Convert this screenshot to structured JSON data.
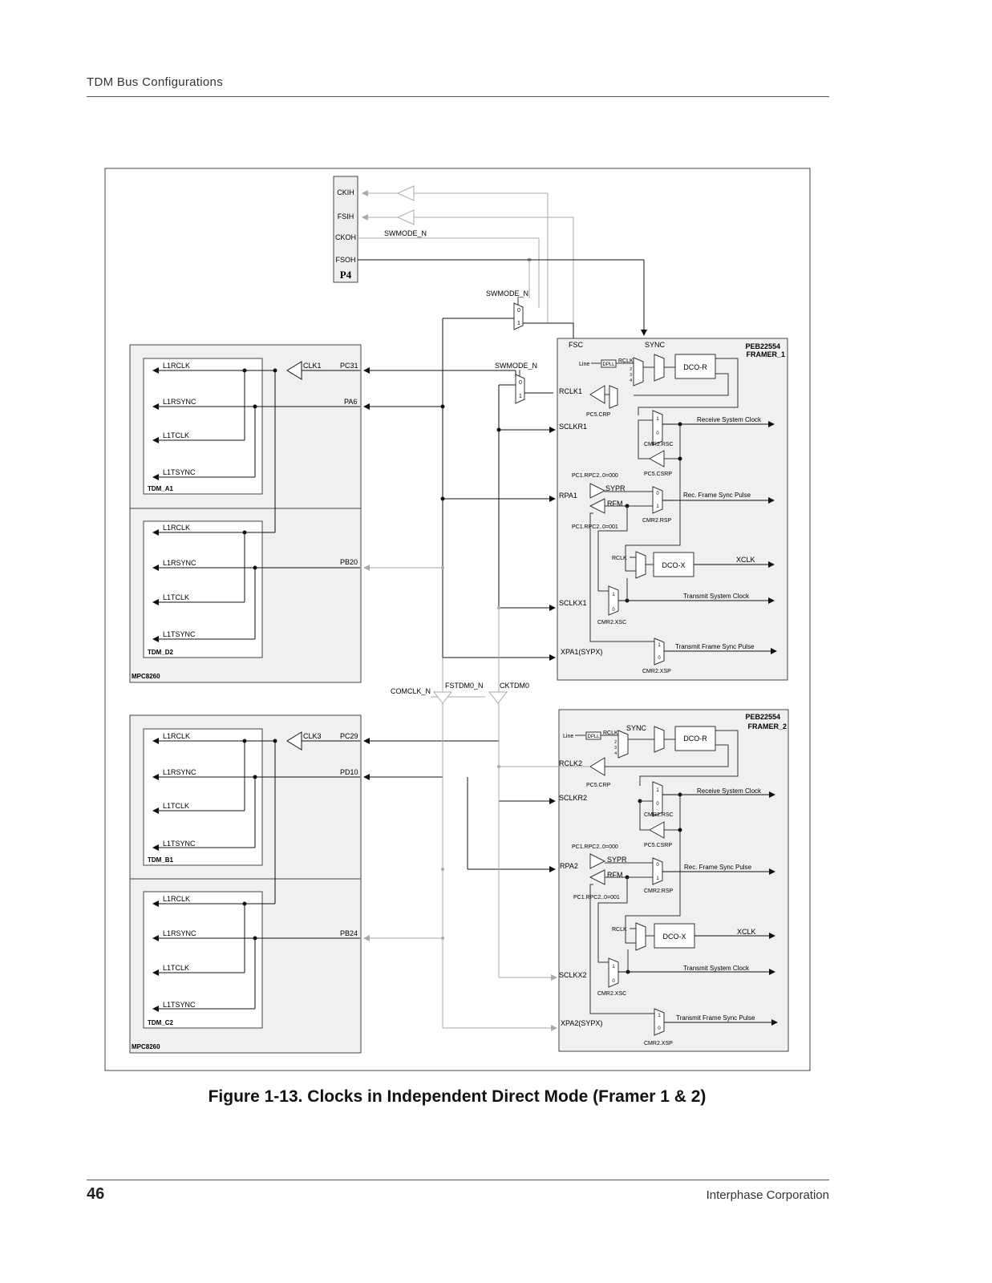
{
  "header": {
    "title": "TDM Bus Configurations"
  },
  "footer": {
    "page_number": "46",
    "company": "Interphase Corporation"
  },
  "figure": {
    "caption": "Figure 1-13.  Clocks in Independent Direct Mode (Framer 1 & 2)",
    "p4": {
      "pins": [
        "CKIH",
        "FSIH",
        "CKOH",
        "FSOH"
      ],
      "name": "P4"
    },
    "swmode_label": "SWMODE_N",
    "framer1": {
      "chip": "PEB22554",
      "name": "FRAMER_1",
      "signals": {
        "fsc": "FSC",
        "sync": "SYNC",
        "rclk": "RCLK",
        "line": "Line",
        "dpll": "DPLL",
        "dco_r": "DCO-R",
        "rclk_pin": "RCLK1",
        "pc5crp": "PC5.CRP",
        "sclkr": "SCLKR1",
        "cmr2rsc": "CMR2.RSC",
        "pc5csrp": "PC5.CSRP",
        "recv_clock": "Receive System Clock",
        "pc1rpc2_000": "PC1.RPC2..0=000",
        "sypr": "SYPR",
        "rfm": "RFM",
        "rpa": "RPA1",
        "pc1rpc2_001": "PC1.RPC2..0=001",
        "cmr2rsp": "CMR2.RSP",
        "rec_sync": "Rec. Frame Sync Pulse",
        "dco_x": "DCO-X",
        "xclk": "XCLK",
        "sclkx": "SCLKX1",
        "cmr2xsc": "CMR2.XSC",
        "tx_clock": "Transmit System Clock",
        "xpa": "XPA1(SYPX)",
        "cmr2xsp": "CMR2.XSP",
        "tx_sync": "Transmit Frame Sync Pulse"
      }
    },
    "framer2": {
      "chip": "PEB22554",
      "name": "FRAMER_2",
      "signals": {
        "sync": "SYNC",
        "rclk": "RCLK",
        "line": "Line",
        "dpll": "DPLL",
        "dco_r": "DCO-R",
        "rclk_pin": "RCLK2",
        "pc5crp": "PC5.CRP",
        "sclkr": "SCLKR2",
        "cmr2rsc": "CMR2.RSC",
        "pc5csrp": "PC5.CSRP",
        "recv_clock": "Receive System Clock",
        "pc1rpc2_000": "PC1.RPC2..0=000",
        "sypr": "SYPR",
        "rfm": "RFM",
        "rpa": "RPA2",
        "pc1rpc2_001": "PC1.RPC2..0=001",
        "cmr2rsp": "CMR2.RSP",
        "rec_sync": "Rec. Frame Sync Pulse",
        "dco_x": "DCO-X",
        "xclk": "XCLK",
        "sclkx": "SCLKX2",
        "cmr2xsc": "CMR2.XSC",
        "tx_clock": "Transmit System Clock",
        "xpa": "XPA2(SYPX)",
        "cmr2xsp": "CMR2.XSP",
        "tx_sync": "Transmit Frame Sync Pulse"
      }
    },
    "mpc_top": {
      "name": "MPC8260",
      "clk": "CLK1",
      "pins": [
        "PC31",
        "PA6",
        "PB20"
      ],
      "tdm1": {
        "name": "TDM_A1",
        "sigs": [
          "L1RCLK",
          "L1RSYNC",
          "L1TCLK",
          "L1TSYNC"
        ]
      },
      "tdm2": {
        "name": "TDM_D2",
        "sigs": [
          "L1RCLK",
          "L1RSYNC",
          "L1TCLK",
          "L1TSYNC"
        ]
      }
    },
    "mpc_bottom": {
      "name": "MPC8260",
      "clk": "CLK3",
      "pins": [
        "PC29",
        "PD10",
        "PB24"
      ],
      "tdm1": {
        "name": "TDM_B1",
        "sigs": [
          "L1RCLK",
          "L1RSYNC",
          "L1TCLK",
          "L1TSYNC"
        ]
      },
      "tdm2": {
        "name": "TDM_C2",
        "sigs": [
          "L1RCLK",
          "L1RSYNC",
          "L1TCLK",
          "L1TSYNC"
        ]
      }
    },
    "bus": {
      "comclk": "COMCLK_N",
      "fstdm": "FSTDM0_N",
      "cktdm": "CKTDM0"
    },
    "mux_small": [
      "0",
      "1"
    ],
    "mux_four": [
      "1",
      "2",
      "3",
      "4"
    ]
  }
}
